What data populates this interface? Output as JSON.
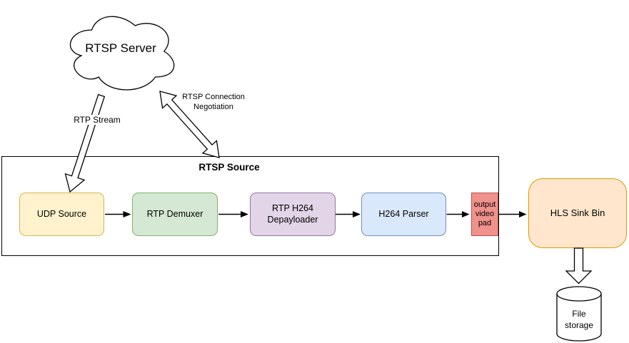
{
  "cloud": {
    "label": "RTSP Server"
  },
  "arrows": {
    "rtp_stream_label": "RTP Stream",
    "negotiation_label": "RTSP Connection\nNegotiation"
  },
  "container": {
    "title": "RTSP Source"
  },
  "pipeline": [
    {
      "id": "udp-source",
      "label": "UDP Source",
      "fill": "#FFF2CC",
      "border": "#D6B656"
    },
    {
      "id": "rtp-demuxer",
      "label": "RTP Demuxer",
      "fill": "#D5E8D4",
      "border": "#82B366"
    },
    {
      "id": "rtp-h264-depayloader",
      "label": "RTP H264 Depayloader",
      "fill": "#E1D5E7",
      "border": "#9673A6"
    },
    {
      "id": "h264-parser",
      "label": "H264 Parser",
      "fill": "#DAE8FC",
      "border": "#6C8EBF"
    },
    {
      "id": "output-video-pad",
      "label": "output video pad",
      "fill": "#F0918C",
      "border": "#B85450"
    }
  ],
  "hls_sink": {
    "label": "HLS Sink Bin",
    "fill": "#FFE6CC",
    "border": "#D79B00"
  },
  "storage": {
    "label": "File\nstorage"
  }
}
